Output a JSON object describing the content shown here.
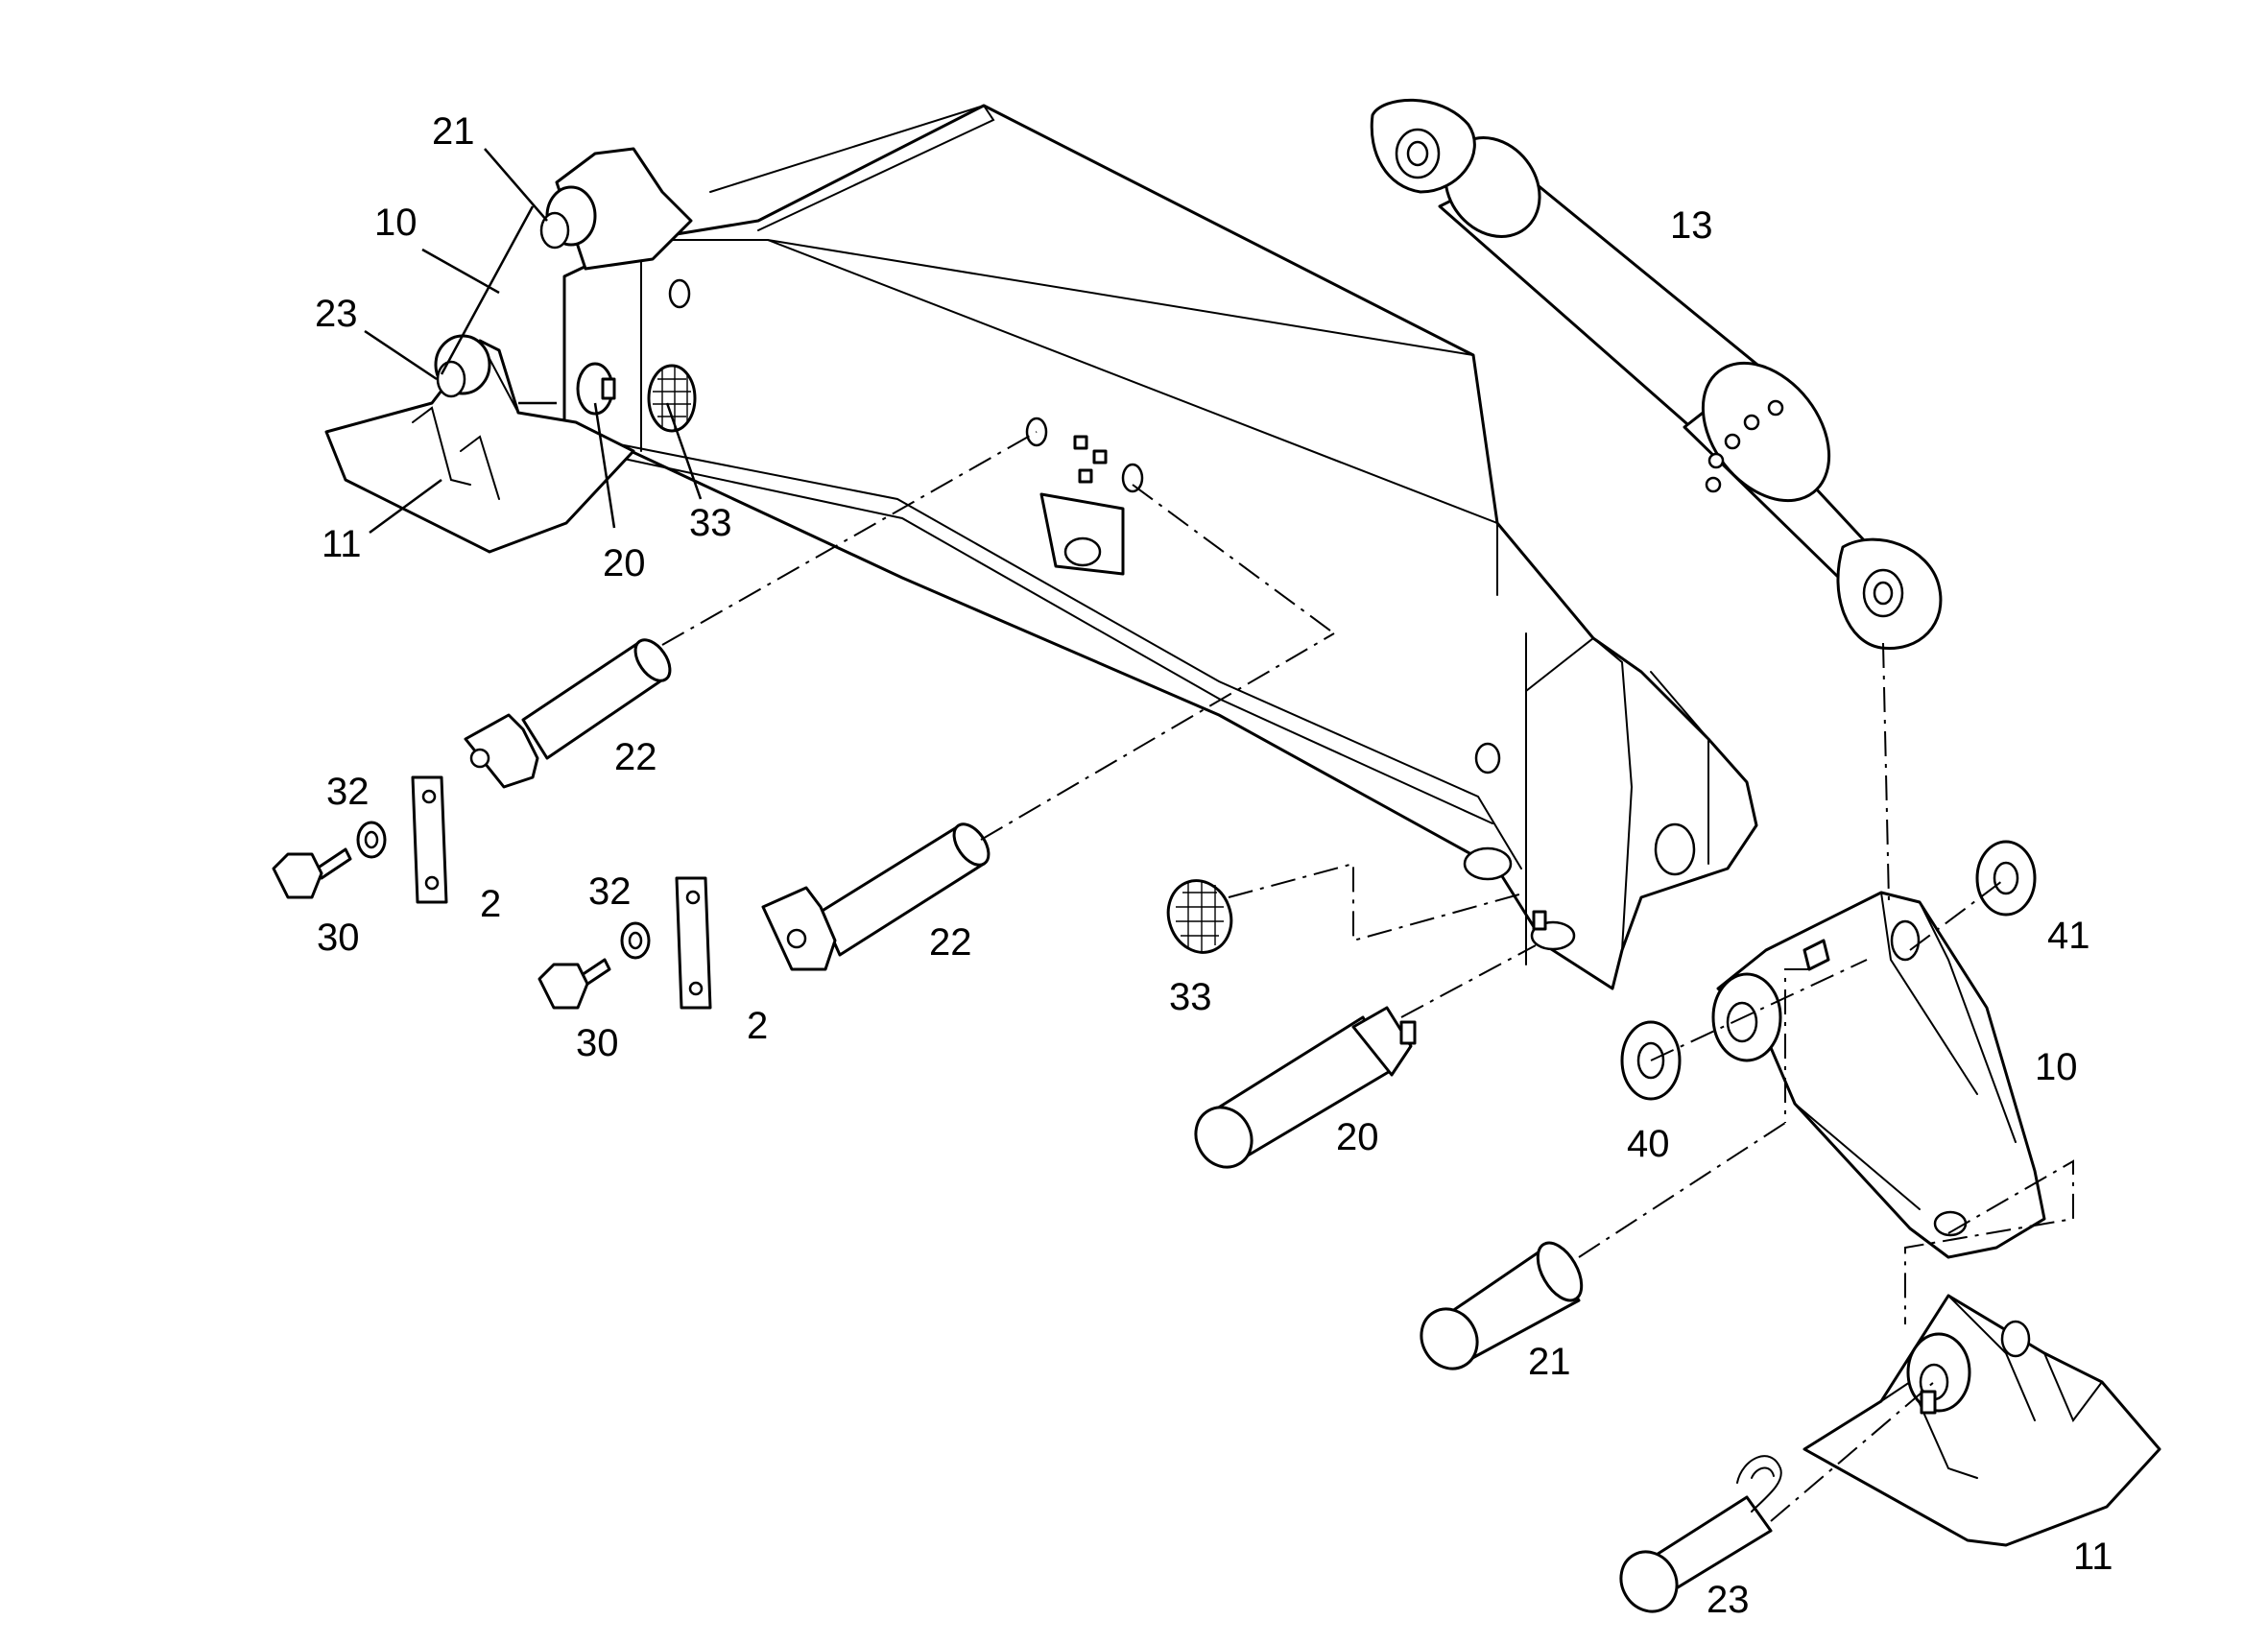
{
  "callouts": [
    {
      "id": "c-21-top",
      "text": "21"
    },
    {
      "id": "c-10-top",
      "text": "10"
    },
    {
      "id": "c-23-top",
      "text": "23"
    },
    {
      "id": "c-11-top",
      "text": "11"
    },
    {
      "id": "c-20-top",
      "text": "20"
    },
    {
      "id": "c-33-top",
      "text": "33"
    },
    {
      "id": "c-13",
      "text": "13"
    },
    {
      "id": "c-22-a",
      "text": "22"
    },
    {
      "id": "c-32-a",
      "text": "32"
    },
    {
      "id": "c-30-a",
      "text": "30"
    },
    {
      "id": "c-2-a",
      "text": "2"
    },
    {
      "id": "c-32-b",
      "text": "32"
    },
    {
      "id": "c-30-b",
      "text": "30"
    },
    {
      "id": "c-2-b",
      "text": "2"
    },
    {
      "id": "c-22-b",
      "text": "22"
    },
    {
      "id": "c-33-mid",
      "text": "33"
    },
    {
      "id": "c-20-mid",
      "text": "20"
    },
    {
      "id": "c-41",
      "text": "41"
    },
    {
      "id": "c-10-right",
      "text": "10"
    },
    {
      "id": "c-40",
      "text": "40"
    },
    {
      "id": "c-21-bottom",
      "text": "21"
    },
    {
      "id": "c-11-bottom",
      "text": "11"
    },
    {
      "id": "c-23-bottom",
      "text": "23"
    }
  ]
}
